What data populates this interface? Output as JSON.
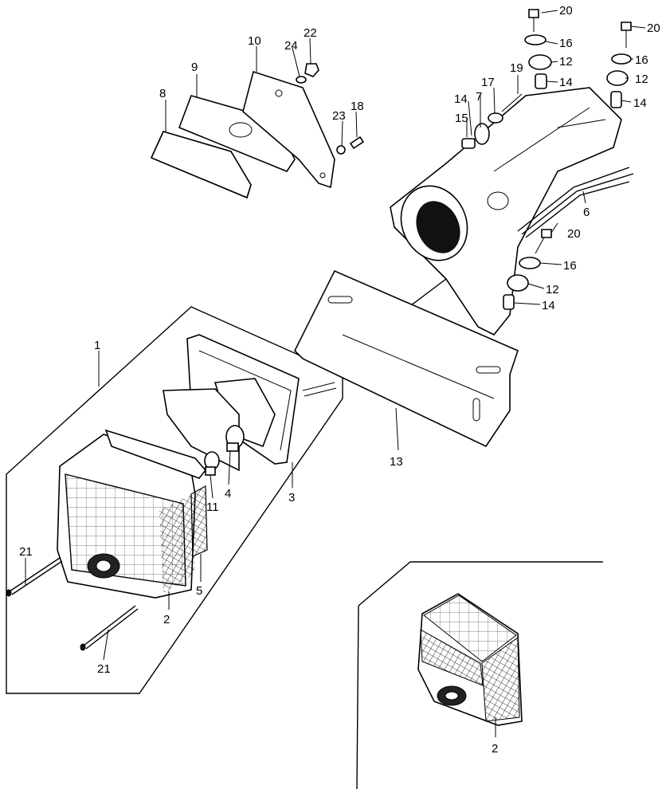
{
  "labels": {
    "l1": "1",
    "l2a": "2",
    "l2b": "2",
    "l3": "3",
    "l4": "4",
    "l5": "5",
    "l6": "6",
    "l7": "7",
    "l8": "8",
    "l9": "9",
    "l10": "10",
    "l11": "11",
    "l12a": "12",
    "l12b": "12",
    "l12c": "12",
    "l13": "13",
    "l14a": "14",
    "l14b": "14",
    "l14c": "14",
    "l14d": "14",
    "l15": "15",
    "l16a": "16",
    "l16b": "16",
    "l16c": "16",
    "l17": "17",
    "l18": "18",
    "l19": "19",
    "l20a": "20",
    "l20b": "20",
    "l20c": "20",
    "l21a": "21",
    "l21b": "21",
    "l22": "22",
    "l23": "23",
    "l24": "24"
  }
}
